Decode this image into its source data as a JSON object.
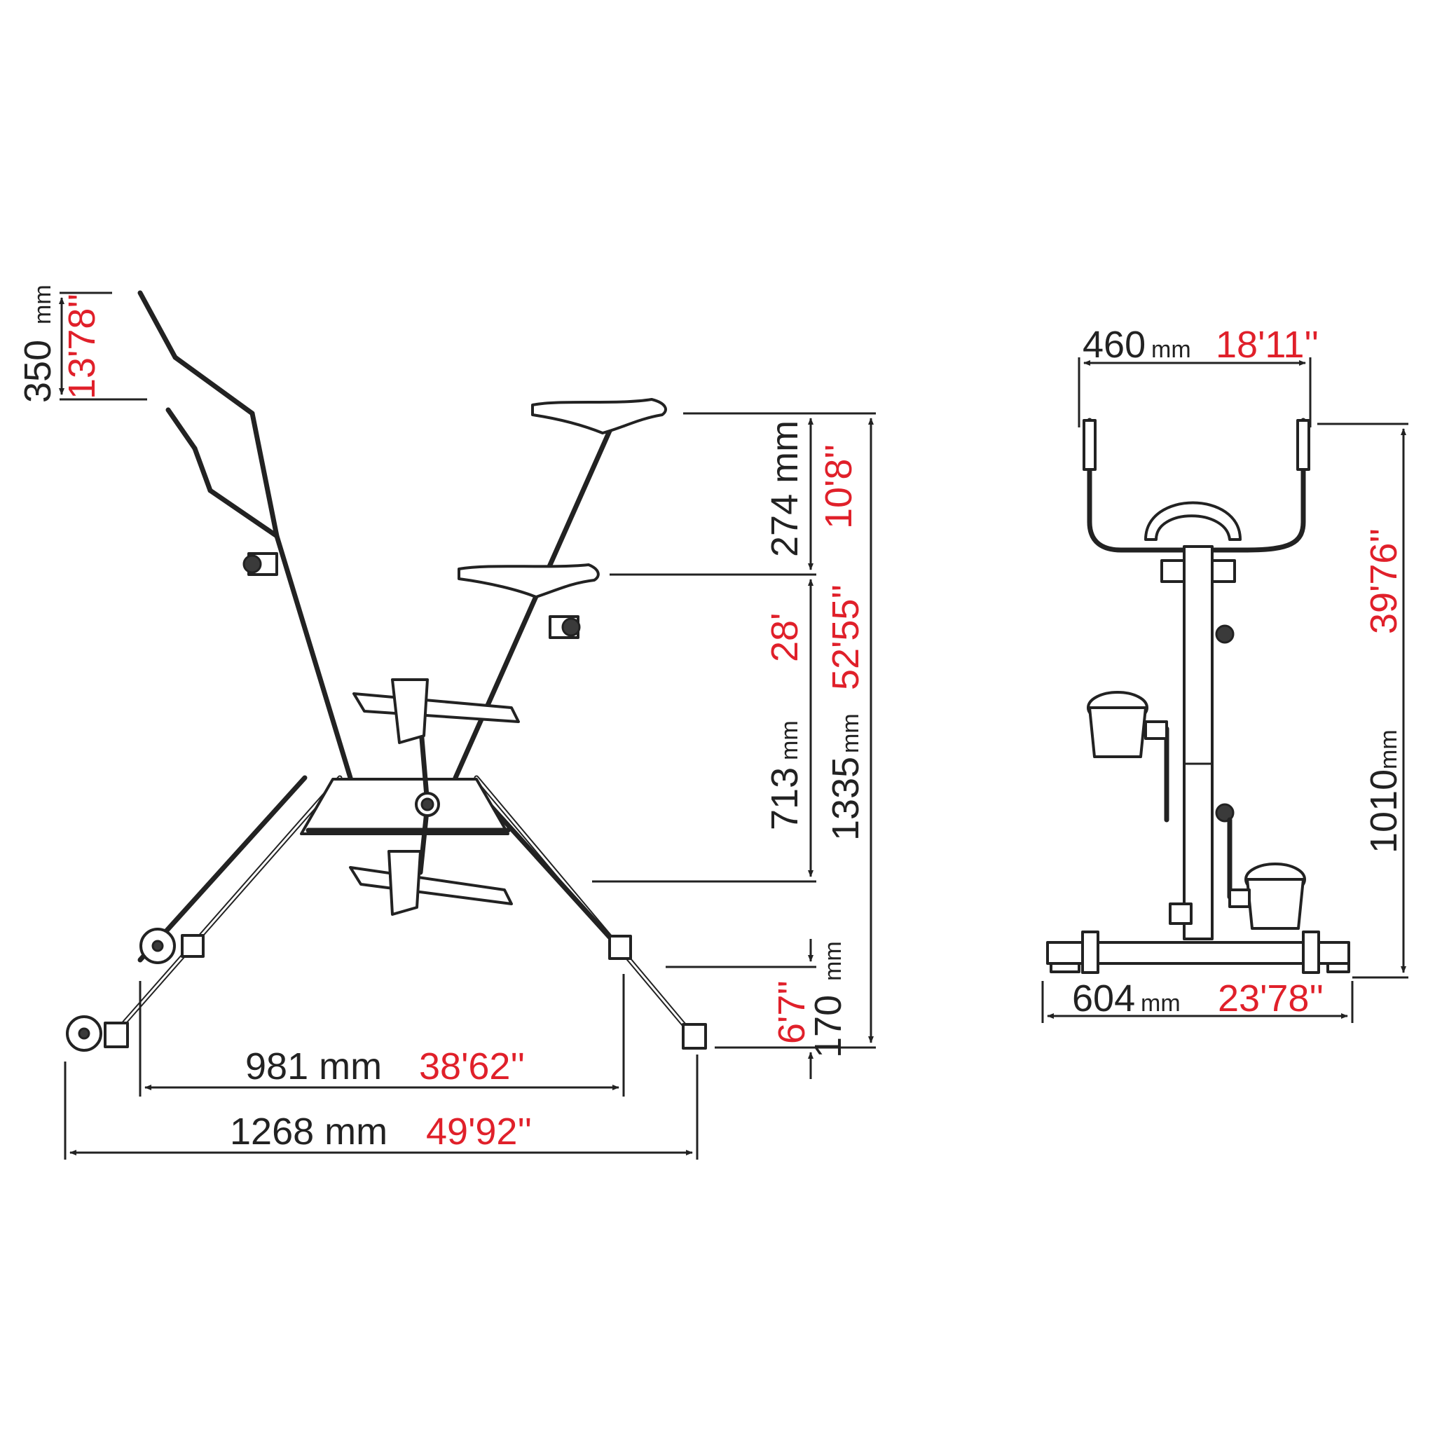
{
  "side_view": {
    "handlebar_height": {
      "mm": "350",
      "unit": "mm",
      "inch": "13'78''"
    },
    "seat_adjust": {
      "mm": "274 mm",
      "inch": "10'8''"
    },
    "seat_to_pedal": {
      "mm": "713",
      "unit": "mm",
      "inch": "28'"
    },
    "total_height": {
      "mm": "1335",
      "unit": "mm",
      "inch": "52'55''"
    },
    "foot_height": {
      "mm": "170",
      "unit": "mm",
      "inch": "6'7''"
    },
    "inner_base": {
      "mm": "981 mm",
      "inch": "38'62''"
    },
    "overall_length": {
      "mm": "1268 mm",
      "inch": "49'92''"
    }
  },
  "front_view": {
    "handlebar_width": {
      "mm": "460",
      "unit": "mm",
      "inch": "18'11''"
    },
    "handlebar_height": {
      "mm": "1010",
      "unit": "mm",
      "inch": "39'76''"
    },
    "base_width": {
      "mm": "604",
      "unit": "mm",
      "inch": "23'78''"
    }
  }
}
